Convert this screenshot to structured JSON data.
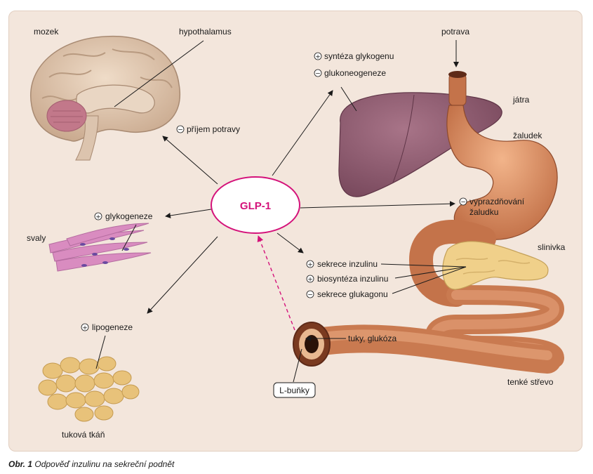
{
  "hub": {
    "label": "GLP-1"
  },
  "labels": {
    "mozek": "mozek",
    "hypothalamus": "hypothalamus",
    "prijem_potravy": "příjem potravy",
    "potrava": "potrava",
    "synteza_glykogenu": "syntéza glykogenu",
    "glukoneogeneze": "glukoneogeneze",
    "jatra": "játra",
    "zaludek": "žaludek",
    "vyprazdnovani_1": "vyprazdňování",
    "vyprazdnovani_2": "žaludku",
    "slinivka": "slinivka",
    "glykogeneze": "glykogeneze",
    "svaly": "svaly",
    "sekrece_inzulinu": "sekrece inzulinu",
    "biosynteza_inzulinu": "biosyntéza inzulinu",
    "sekrece_glukagonu": "sekrece glukagonu",
    "lipogeneze": "lipogeneze",
    "tuky_glukoza": "tuky, glukóza",
    "l_bunky": "L-buňky",
    "tenke_strevo": "tenké střevo",
    "tukova_tkan": "tuková tkáň"
  },
  "signs": {
    "plus": "+",
    "minus": "−"
  },
  "caption": {
    "prefix": "Obr. 1",
    "text": "Odpověď inzulinu na sekreční podnět"
  },
  "colors": {
    "hub_stroke": "#d4127a",
    "hub_text": "#d4127a",
    "dashed_arrow": "#d4127a",
    "panel_bg": "#f3e6dc",
    "liver": "#8e5a6e",
    "gut": "#d98f62",
    "pancreas": "#f0d08a",
    "muscle": "#d98cc0",
    "fat": "#e8c27a"
  }
}
